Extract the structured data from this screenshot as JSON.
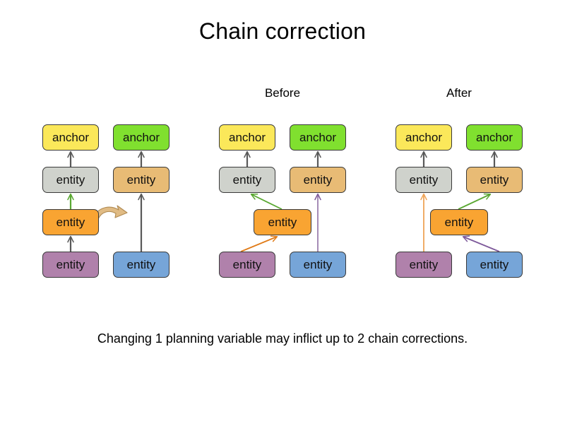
{
  "title": "Chain correction",
  "caption": "Changing 1 planning variable may inflict up to 2 chain corrections.",
  "labels": {
    "before": "Before",
    "after": "After"
  },
  "node_text": {
    "anchor": "anchor",
    "entity": "entity"
  },
  "colors": {
    "anchor_yellow": "#fbe85a",
    "anchor_green": "#80e02f",
    "entity_grey": "#cfd2cc",
    "entity_tan": "#e8bb75",
    "entity_orange": "#f9a432",
    "entity_purple": "#b081ab",
    "entity_blue": "#76a5d8",
    "edge_grey": "#595959",
    "edge_green": "#5aa832",
    "edge_orange": "#e07b18",
    "edge_purple": "#7e5a9b",
    "edge_lightorange": "#efa457",
    "curved_arrow": "#e0bb84"
  },
  "panels": [
    {
      "name": "initial",
      "label": "",
      "nodes": [
        {
          "id": "p1-a1",
          "label": "anchor",
          "color": "anchor_yellow"
        },
        {
          "id": "p1-a2",
          "label": "anchor",
          "color": "anchor_green"
        },
        {
          "id": "p1-e1",
          "label": "entity",
          "color": "entity_grey"
        },
        {
          "id": "p1-e2",
          "label": "entity",
          "color": "entity_tan"
        },
        {
          "id": "p1-e3",
          "label": "entity",
          "color": "entity_orange"
        },
        {
          "id": "p1-e4",
          "label": "entity",
          "color": "entity_purple"
        },
        {
          "id": "p1-e5",
          "label": "entity",
          "color": "entity_blue"
        }
      ],
      "edges": [
        {
          "from": "p1-e1",
          "to": "p1-a1",
          "color": "edge_grey"
        },
        {
          "from": "p1-e2",
          "to": "p1-a2",
          "color": "edge_grey"
        },
        {
          "from": "p1-e3",
          "to": "p1-e1",
          "color": "edge_green"
        },
        {
          "from": "p1-e4",
          "to": "p1-e3",
          "color": "edge_grey"
        },
        {
          "from": "p1-e5",
          "to": "p1-e2",
          "color": "edge_grey"
        }
      ],
      "annotation": "move-arrow"
    },
    {
      "name": "before",
      "label": "Before",
      "nodes": [
        {
          "id": "p2-a1",
          "label": "anchor",
          "color": "anchor_yellow"
        },
        {
          "id": "p2-a2",
          "label": "anchor",
          "color": "anchor_green"
        },
        {
          "id": "p2-e1",
          "label": "entity",
          "color": "entity_grey"
        },
        {
          "id": "p2-e2",
          "label": "entity",
          "color": "entity_tan"
        },
        {
          "id": "p2-e3",
          "label": "entity",
          "color": "entity_orange"
        },
        {
          "id": "p2-e4",
          "label": "entity",
          "color": "entity_purple"
        },
        {
          "id": "p2-e5",
          "label": "entity",
          "color": "entity_blue"
        }
      ],
      "edges": [
        {
          "from": "p2-e1",
          "to": "p2-a1",
          "color": "edge_grey"
        },
        {
          "from": "p2-e2",
          "to": "p2-a2",
          "color": "edge_grey"
        },
        {
          "from": "p2-e3",
          "to": "p2-e1",
          "color": "edge_green"
        },
        {
          "from": "p2-e4",
          "to": "p2-e3",
          "color": "edge_orange"
        },
        {
          "from": "p2-e5",
          "to": "p2-e2",
          "color": "edge_purple"
        }
      ],
      "annotation": ""
    },
    {
      "name": "after",
      "label": "After",
      "nodes": [
        {
          "id": "p3-a1",
          "label": "anchor",
          "color": "anchor_yellow"
        },
        {
          "id": "p3-a2",
          "label": "anchor",
          "color": "anchor_green"
        },
        {
          "id": "p3-e1",
          "label": "entity",
          "color": "entity_grey"
        },
        {
          "id": "p3-e2",
          "label": "entity",
          "color": "entity_tan"
        },
        {
          "id": "p3-e3",
          "label": "entity",
          "color": "entity_orange"
        },
        {
          "id": "p3-e4",
          "label": "entity",
          "color": "entity_purple"
        },
        {
          "id": "p3-e5",
          "label": "entity",
          "color": "entity_blue"
        }
      ],
      "edges": [
        {
          "from": "p3-e1",
          "to": "p3-a1",
          "color": "edge_grey"
        },
        {
          "from": "p3-e2",
          "to": "p3-a2",
          "color": "edge_grey"
        },
        {
          "from": "p3-e4",
          "to": "p3-e1",
          "color": "edge_lightorange"
        },
        {
          "from": "p3-e3",
          "to": "p3-e2",
          "color": "edge_green"
        },
        {
          "from": "p3-e5",
          "to": "p3-e3",
          "color": "edge_purple"
        }
      ],
      "annotation": ""
    }
  ]
}
